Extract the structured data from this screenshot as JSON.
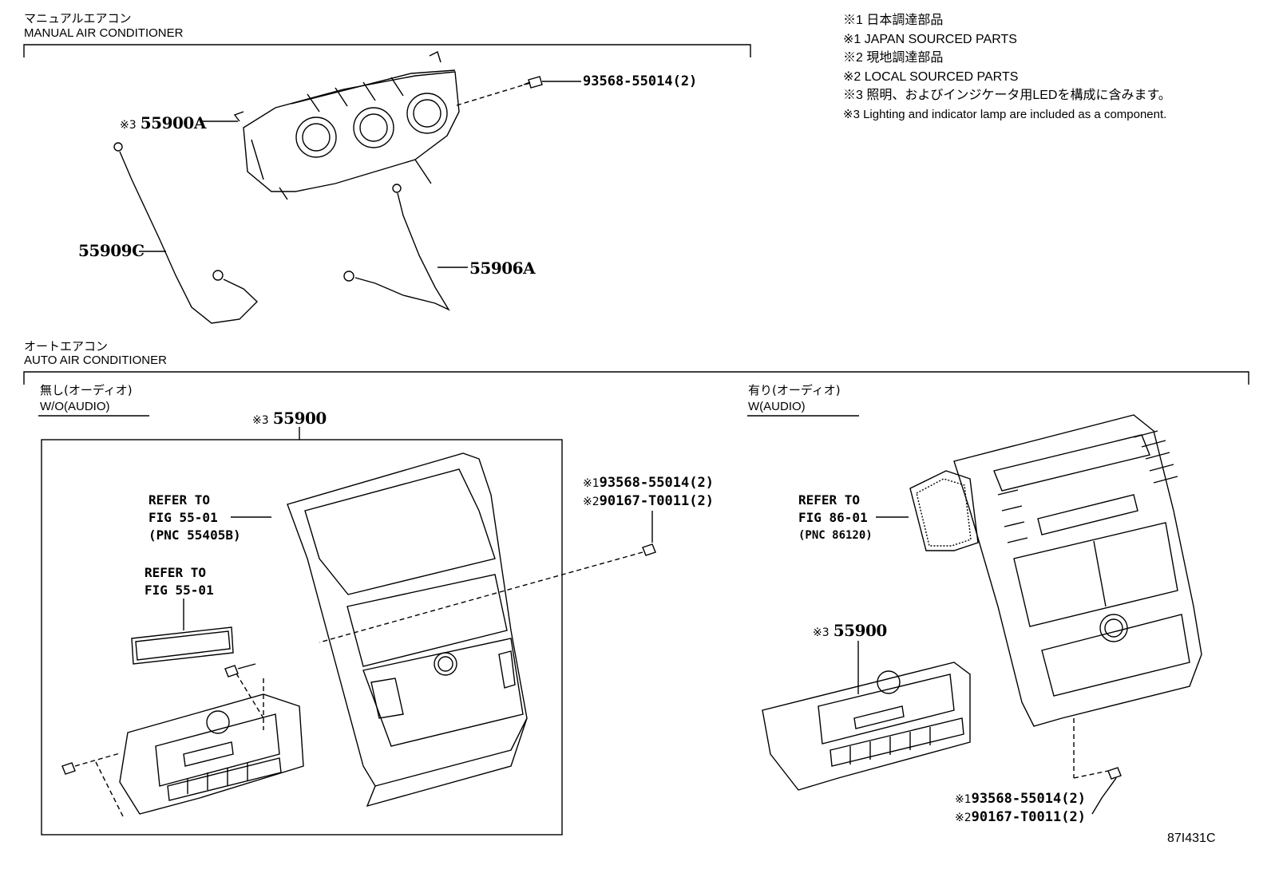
{
  "notes": [
    "※1 日本調達部品",
    "※1 JAPAN SOURCED PARTS",
    "※2 現地調達部品",
    "※2 LOCAL SOURCED PARTS",
    "※3 照明、およびインジケータ用LEDを構成に含みます。",
    "※3 Lighting and indicator lamp are included as a component."
  ],
  "manual": {
    "title_jp": "マニュアルエアコン",
    "title_en": "MANUAL AIR CONDITIONER",
    "parts": {
      "control_mark": "※3",
      "control": "55900A",
      "screw": "93568-55014(2)",
      "wire_left": "55909C",
      "wire_right": "55906A"
    }
  },
  "auto": {
    "title_jp": "オートエアコン",
    "title_en": "AUTO AIR CONDITIONER",
    "wo_audio": {
      "label_jp": "無し(オーディオ)",
      "label_en": "W/O(AUDIO)",
      "assembly_mark": "※3",
      "assembly": "55900",
      "refer1": [
        "REFER TO",
        "FIG 55-01",
        "(PNC 55405B)"
      ],
      "refer2": [
        "REFER TO",
        "FIG 55-01"
      ],
      "screw1_mark": "※1",
      "screw1": "93568-55014(2)",
      "screw2_mark": "※2",
      "screw2": "90167-T0011(2)"
    },
    "w_audio": {
      "label_jp": "有り(オーディオ)",
      "label_en": "W(AUDIO)",
      "assembly_mark": "※3",
      "assembly": "55900",
      "refer": [
        "REFER TO",
        "FIG 86-01",
        "(PNC 86120)"
      ],
      "screw1_mark": "※1",
      "screw1": "93568-55014(2)",
      "screw2_mark": "※2",
      "screw2": "90167-T0011(2)"
    }
  },
  "figure_id": "87I431C"
}
